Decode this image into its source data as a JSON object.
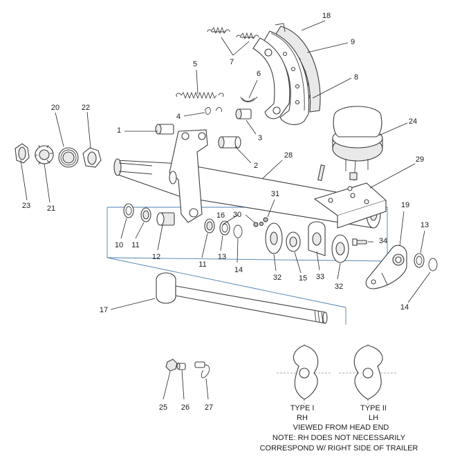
{
  "callouts": {
    "c1": "1",
    "c2": "2",
    "c3": "3",
    "c4": "4",
    "c5": "5",
    "c6": "6",
    "c7": "7",
    "c8": "8",
    "c9": "9",
    "c10": "10",
    "c11a": "11",
    "c11b": "11",
    "c12": "12",
    "c13a": "13",
    "c13b": "13",
    "c14a": "14",
    "c14b": "14",
    "c15": "15",
    "c16": "16",
    "c17": "17",
    "c18": "18",
    "c19": "19",
    "c20": "20",
    "c21": "21",
    "c22": "22",
    "c23": "23",
    "c24": "24",
    "c25": "25",
    "c26": "26",
    "c27": "27",
    "c28": "28",
    "c29": "29",
    "c30": "30",
    "c31": "31",
    "c32a": "32",
    "c32b": "32",
    "c33": "33",
    "c34": "34"
  },
  "cam_types": {
    "type1": "TYPE I",
    "type1_side": "RH",
    "type2": "TYPE II",
    "type2_side": "LH"
  },
  "notes": {
    "line1": "VIEWED FROM HEAD END",
    "line2": "NOTE: RH DOES NOT NECESSARILY",
    "line3": "CORRESPOND W/ RIGHT SIDE OF TRAILER"
  },
  "colors": {
    "line": "#3b3b3b",
    "leader": "#222222",
    "assembly_outline": "#4a7fb0",
    "background": "#ffffff"
  }
}
